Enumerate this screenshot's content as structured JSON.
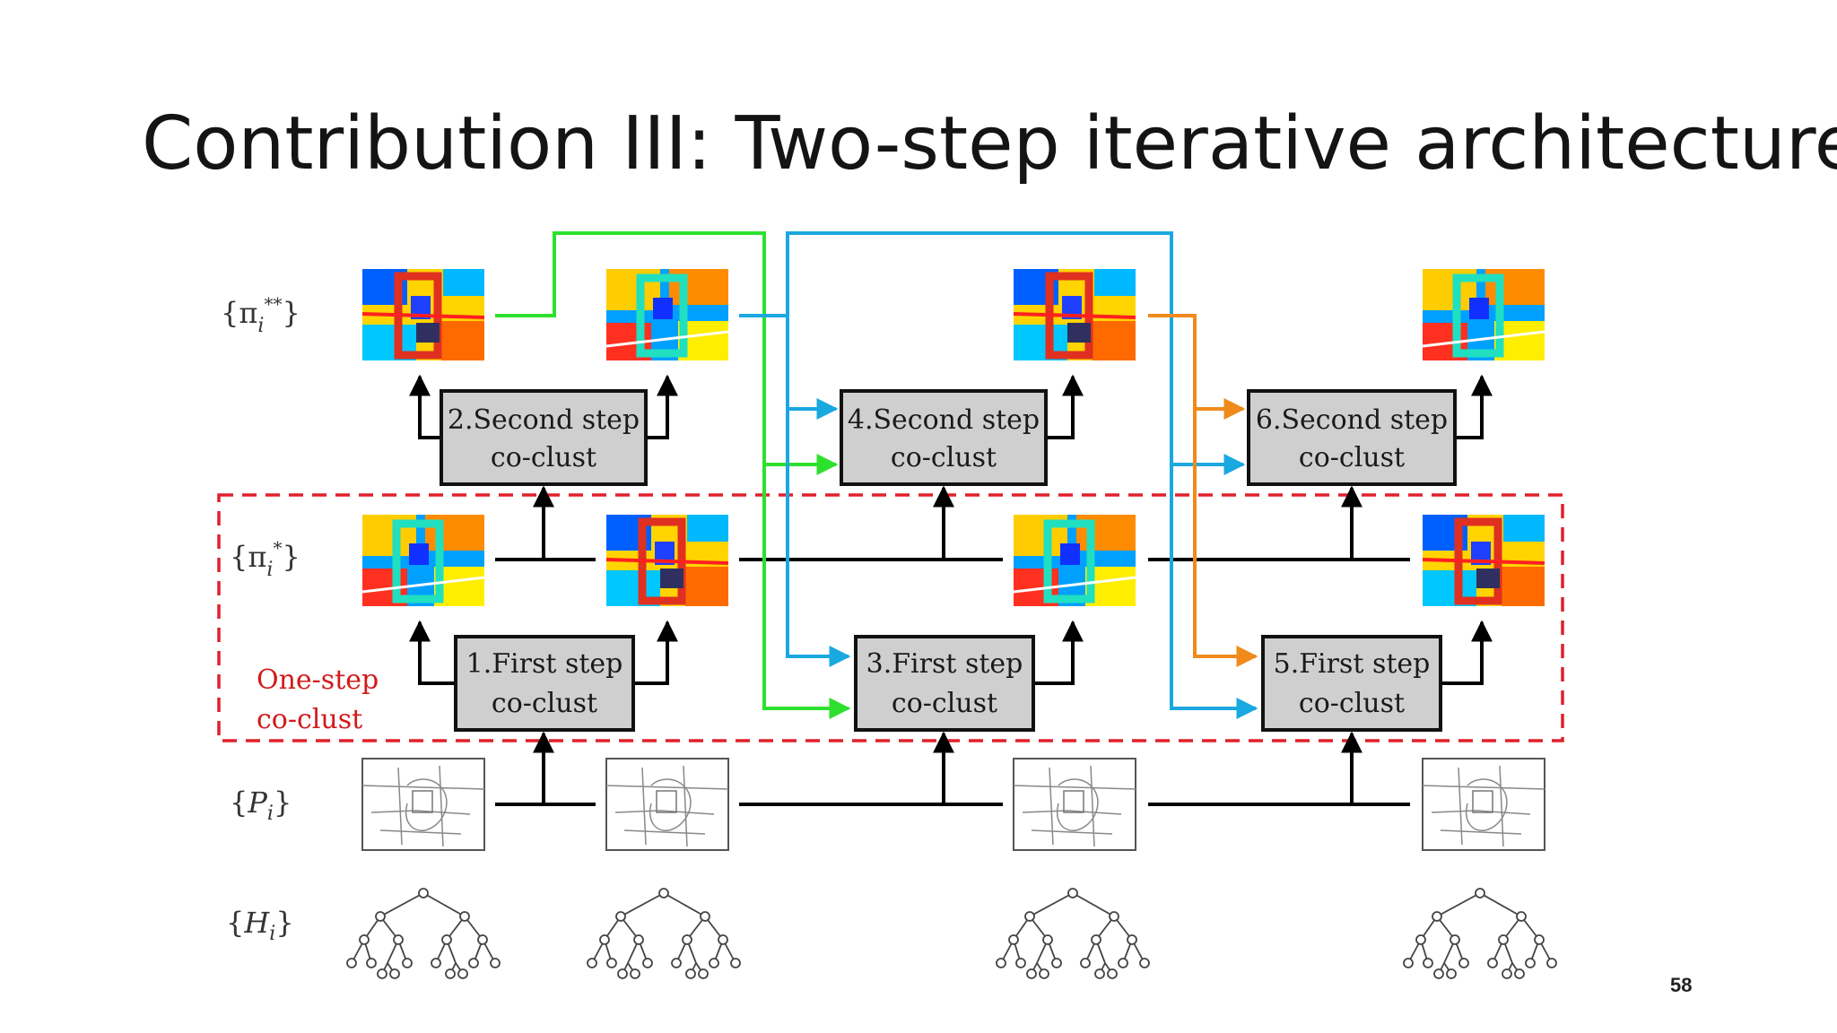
{
  "slide": {
    "title": "Contribution III: Two-step iterative architecture",
    "page_number": "58"
  },
  "rows": {
    "pi_double_star": "{π_i^**}",
    "pi_star": "{π_i^*}",
    "partitions": "{P_i}",
    "hierarchies": "{H_i}"
  },
  "one_step_label": {
    "line1": "One-step",
    "line2": "co-clust"
  },
  "boxes": {
    "b1": {
      "line1": "1.First step",
      "line2": "co-clust"
    },
    "b2": {
      "line1": "2.Second step",
      "line2": "co-clust"
    },
    "b3": {
      "line1": "3.First step",
      "line2": "co-clust"
    },
    "b4": {
      "line1": "4.Second step",
      "line2": "co-clust"
    },
    "b5": {
      "line1": "5.First step",
      "line2": "co-clust"
    },
    "b6": {
      "line1": "6.Second step",
      "line2": "co-clust"
    }
  },
  "colors": {
    "green_arrow": "#2ee02e",
    "blue_arrow": "#1aa8e0",
    "orange_arrow": "#f08a1a",
    "dashed_region": "#e0202a",
    "box_fill": "#cfcfcf"
  }
}
